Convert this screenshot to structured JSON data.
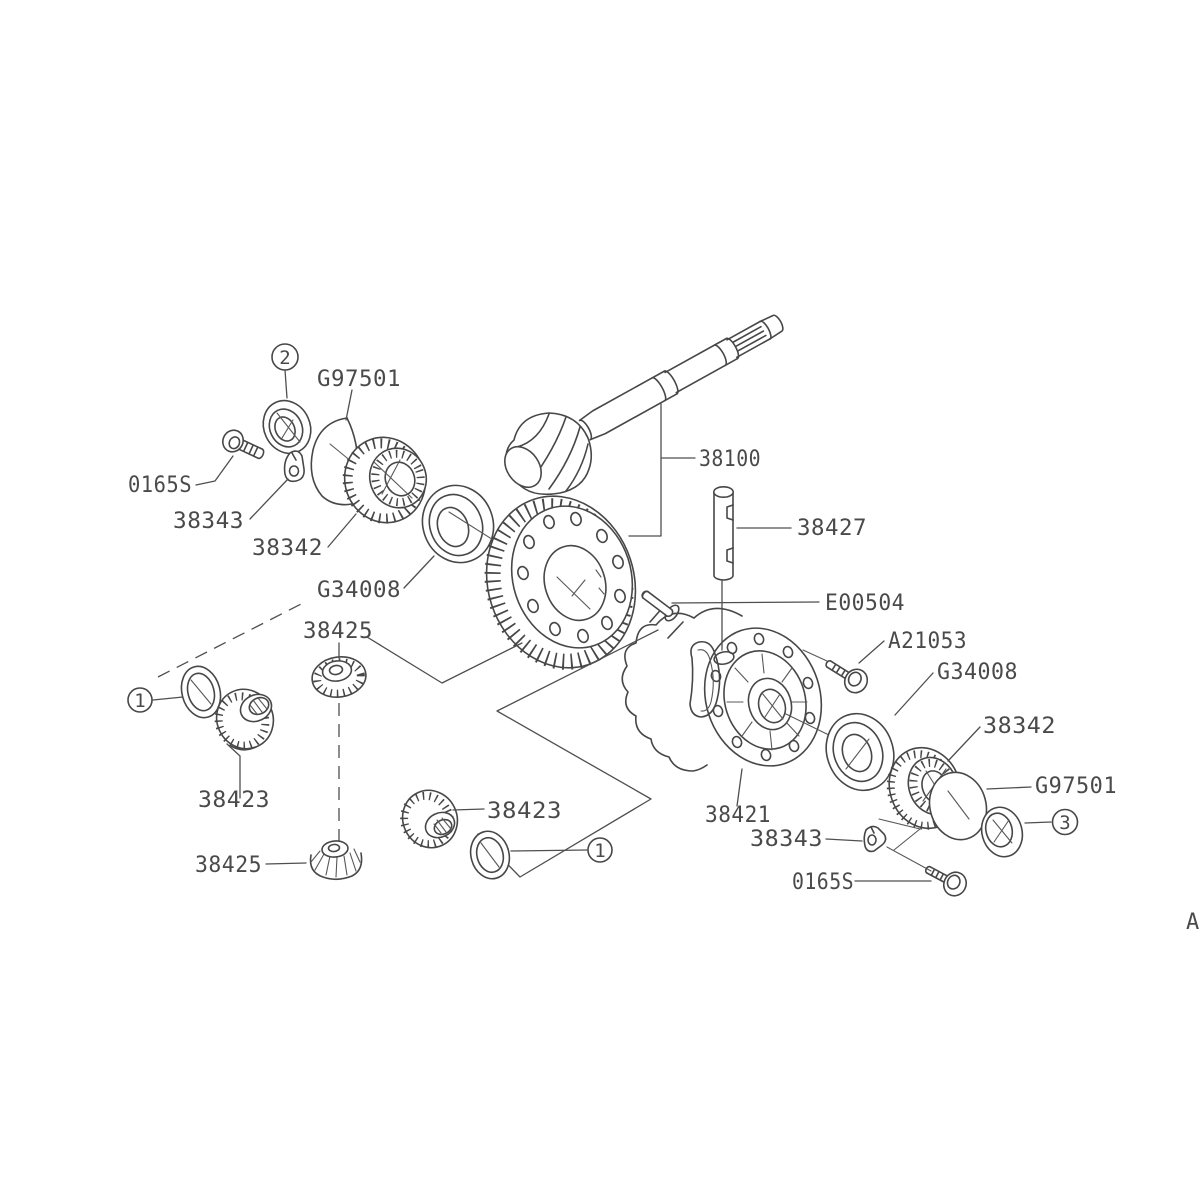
{
  "diagram": {
    "type": "exploded-parts-diagram",
    "subject": "differential gear and drive pinion assembly",
    "background_color": "#ffffff",
    "line_color": "#474747",
    "text_color": "#4a4a4a"
  },
  "callouts": {
    "g97501_top": "G97501",
    "s0165_left": "0165S",
    "n38343_left": "38343",
    "n38342_left": "38342",
    "g34008_left": "G34008",
    "n38100": "38100",
    "n38427": "38427",
    "e00504": "E00504",
    "a21053": "A21053",
    "g34008_right": "G34008",
    "n38342_right": "38342",
    "g97501_right": "G97501",
    "n38421": "38421",
    "n38343_right": "38343",
    "s0165_right": "0165S",
    "n38425_top": "38425",
    "n38423_left": "38423",
    "n38423_right": "38423",
    "n38425_bottom": "38425",
    "corner_partial": "A"
  },
  "ref_bubbles": {
    "b1_left": "1",
    "b1_right": "1",
    "b2": "2",
    "b3": "3"
  }
}
